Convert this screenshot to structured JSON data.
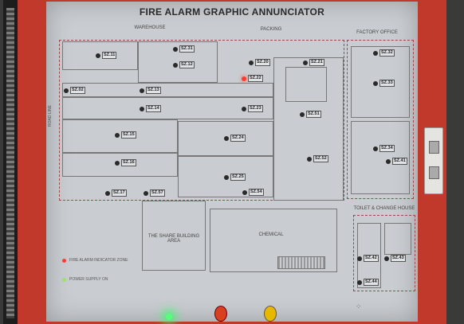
{
  "title": "FIRE ALARM GRAPHIC ANNUNCIATOR",
  "areas": {
    "warehouse": "WAREHOUSE",
    "packing": "PACKING",
    "factory_office": "FACTORY OFFICE",
    "chemical": "CHEMICAL",
    "toilet_change": "TOILET & CHANGE HOUSE",
    "area_left": "ROAD LINE",
    "bottom_area": "THE SHARE BUILDING AREA"
  },
  "zones": [
    {
      "id": "z11",
      "label": "SZ.11",
      "lit": false
    },
    {
      "id": "z31",
      "label": "SZ.31",
      "lit": false
    },
    {
      "id": "z12",
      "label": "SZ.12",
      "lit": false
    },
    {
      "id": "z20",
      "label": "SZ.20",
      "lit": false
    },
    {
      "id": "z21",
      "label": "SZ.21",
      "lit": false
    },
    {
      "id": "z22",
      "label": "SZ.22",
      "lit": true
    },
    {
      "id": "z13",
      "label": "SZ.13",
      "lit": false
    },
    {
      "id": "z02",
      "label": "SZ.02",
      "lit": false
    },
    {
      "id": "z14",
      "label": "SZ.14",
      "lit": false
    },
    {
      "id": "z23",
      "label": "SZ.23",
      "lit": false
    },
    {
      "id": "z51",
      "label": "SZ.51",
      "lit": false
    },
    {
      "id": "z15",
      "label": "SZ.15",
      "lit": false
    },
    {
      "id": "z24",
      "label": "SZ.24",
      "lit": false
    },
    {
      "id": "z16",
      "label": "SZ.16",
      "lit": false
    },
    {
      "id": "z25",
      "label": "SZ.25",
      "lit": false
    },
    {
      "id": "z52",
      "label": "SZ.52",
      "lit": false
    },
    {
      "id": "z17",
      "label": "SZ.17",
      "lit": false
    },
    {
      "id": "z57",
      "label": "SZ.57",
      "lit": false
    },
    {
      "id": "z54",
      "label": "SZ.54",
      "lit": false
    },
    {
      "id": "z32",
      "label": "SZ.32",
      "lit": false
    },
    {
      "id": "z33",
      "label": "SZ.33",
      "lit": false
    },
    {
      "id": "z34",
      "label": "SZ.34",
      "lit": false
    },
    {
      "id": "z41",
      "label": "SZ.41",
      "lit": false
    },
    {
      "id": "z42",
      "label": "SZ.42",
      "lit": false
    },
    {
      "id": "z43",
      "label": "SZ.43",
      "lit": false
    },
    {
      "id": "z44",
      "label": "SZ.44",
      "lit": false
    }
  ],
  "legend": {
    "alarm": "FIRE ALARM INDICATOR ZONE",
    "power": "POWER SUPPLY ON"
  },
  "colors": {
    "frame": "#c0392b",
    "alarm_lamp": "#ff3b2f",
    "power_lamp": "#33ff66",
    "fault_lamp": "#ffcc00"
  }
}
